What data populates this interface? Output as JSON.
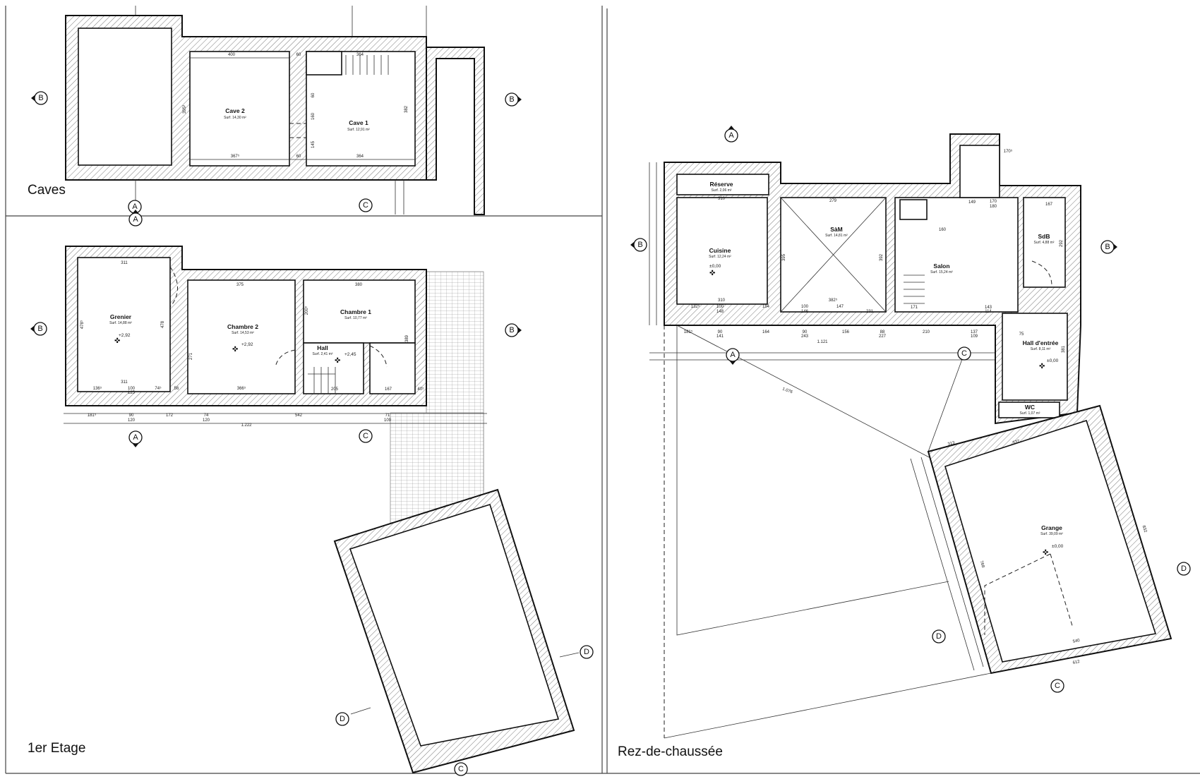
{
  "titles": {
    "caves": "Caves",
    "etage": "1er Etage",
    "rdc": "Rez-de-chaussée"
  },
  "markers": {
    "a": "A",
    "b": "B",
    "c": "C",
    "d": "D"
  },
  "caves": {
    "cave2": {
      "name": "Cave 2",
      "surf": "Surf. 14,30 m²"
    },
    "cave1": {
      "name": "Cave 1",
      "surf": "Surf. 12,91 m²"
    },
    "dims": [
      "400",
      "60",
      "364",
      "395³",
      "367⁵",
      "60",
      "364",
      "382",
      "145",
      "60",
      "160"
    ]
  },
  "etage": {
    "grenier": {
      "name": "Grenier",
      "surf": "Surf. 14,88 m²",
      "level": "+2,92"
    },
    "chambre2": {
      "name": "Chambre 2",
      "surf": "Surf. 14,53 m²",
      "level": "+2,92"
    },
    "chambre1": {
      "name": "Chambre 1",
      "surf": "Surf. 10,77 m²"
    },
    "hall": {
      "name": "Hall",
      "surf": "Surf. 2,41 m²",
      "level": "+2,45"
    },
    "dims": [
      "311",
      "375",
      "380",
      "478⁵",
      "478",
      "271",
      "389",
      "200⁵",
      "311",
      "136⁵",
      "100",
      "125",
      "74⁵",
      "56",
      "366⁵",
      "205",
      "167",
      "40⁵",
      "181⁵",
      "90",
      "120",
      "172",
      "74",
      "120",
      "542",
      "71",
      "109",
      "1.222"
    ]
  },
  "rdc": {
    "reserve": {
      "name": "Réserve",
      "surf": "Surf. 2,06 m²"
    },
    "cuisine": {
      "name": "Cuisine",
      "surf": "Surf. 12,24 m²",
      "level": "±0,00"
    },
    "sam": {
      "name": "SàM",
      "surf": "Surf. 14,81 m²"
    },
    "salon": {
      "name": "Salon",
      "surf": "Surf. 15,24 m²"
    },
    "sdb": {
      "name": "SdB",
      "surf": "Surf. 4,88 m²"
    },
    "hall_entree": {
      "name": "Hall d'entrée",
      "surf": "Surf. 8,11 m²",
      "level": "±0,00"
    },
    "wc": {
      "name": "WC",
      "surf": "Surf. 1,07 m²"
    },
    "grange": {
      "name": "Grange",
      "surf": "Surf. 39,09 m²",
      "level": "±0,00"
    },
    "dims": [
      "310",
      "279",
      "149",
      "170",
      "180",
      "167",
      "160",
      "310",
      "382⁵",
      "132⁵",
      "100",
      "148",
      "154",
      "100",
      "146",
      "147",
      "231",
      "171",
      "143",
      "114",
      "181⁵",
      "90",
      "141",
      "164",
      "90",
      "243",
      "156",
      "88",
      "227",
      "210",
      "137",
      "109",
      "1.121",
      "1.076",
      "537",
      "540",
      "612",
      "832",
      "768",
      "313",
      "170⁵",
      "395",
      "392",
      "292",
      "381",
      "75"
    ]
  }
}
